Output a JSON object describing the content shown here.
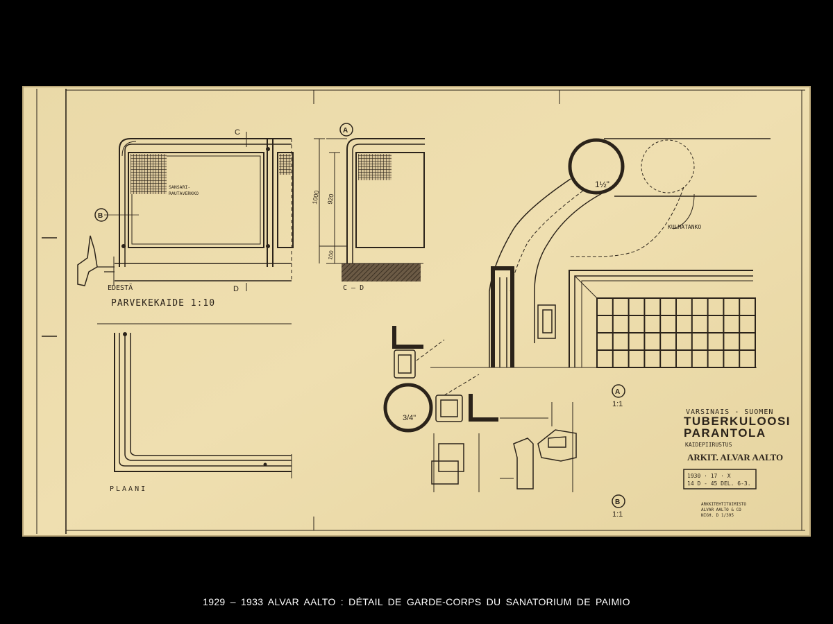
{
  "drawing": {
    "main_title": "PARVEKEKAIDE   1:10",
    "edesta": "EDESTÄ",
    "plan_label": "PLAANI",
    "mesh_label_line1": "SANSARI-",
    "mesh_label_line2": "RAUTAVERKKO",
    "marker_a": "A",
    "marker_b": "B",
    "section_c": "C",
    "section_d": "D",
    "section_cd": "C – D",
    "dim_1000": "1000",
    "dim_920": "920",
    "dim_100": "100",
    "pipe_large": "1½\"",
    "pipe_small": "3/4\"",
    "kulmatanko": "KULMATANKO",
    "scale_a": "1:1",
    "scale_b": "1:1",
    "title_block": {
      "line1": "VARSINAIS - SUOMEN",
      "line2": "TUBERKULOOSI",
      "line3": "PARANTOLA",
      "line4": "KAIDEPIIRUSTUS",
      "architect": "ARKIT. ALVAR AALTO",
      "stamp_line1": "1930 · 17 · X",
      "stamp_line2": "14 D - 45  DEL. 6-3.",
      "office_line1": "ARKKITEHTITOIMISTO",
      "office_line2": "ALVAR AALTO & CO",
      "office_line3": "NIGH. D 1/395"
    }
  },
  "caption": "1929 – 1933  ALVAR  AALTO  :  DÉTAIL  DE  GARDE-CORPS   DU  SANATORIUM  DE  PAIMIO"
}
